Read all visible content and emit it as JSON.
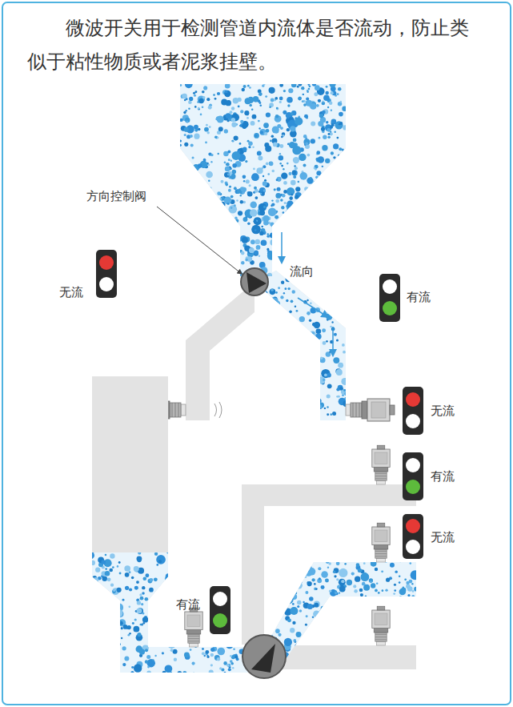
{
  "diagram": {
    "title": "微波开关用于检测管道内流体是否流动，防止类似于粘性物质或者泥浆挂壁。",
    "labels": [
      "方向控制阀",
      "流向",
      "无流",
      "有流",
      "无流",
      "有流",
      "无流",
      "有流"
    ]
  }
}
